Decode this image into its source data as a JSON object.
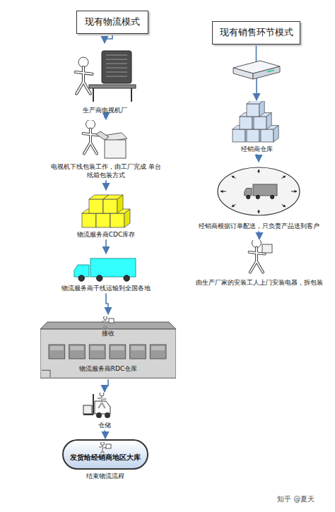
{
  "diagram": {
    "nodes": [
      {
        "text": [
          "现有物流模式"
        ]
      },
      {
        "text": [
          "生产商电视机厂"
        ]
      },
      {
        "text": [
          "电视机下线包装工作，由工厂完成 单台纸箱包装方式"
        ]
      },
      {
        "text": [
          "物流服务商CDC库存"
        ]
      },
      {
        "text": [
          "物流服务商干线运输到全国各地"
        ]
      },
      {
        "text": [
          "接收",
          "物流服务商RDC仓库"
        ]
      },
      {
        "text": [
          "仓储"
        ]
      },
      {
        "text": [
          "发货给经销商地区大库",
          "结束物流流程"
        ]
      },
      {
        "text": [
          "现有销售环节模式"
        ]
      },
      {
        "text": [
          "经销商仓库"
        ]
      },
      {
        "text": [
          "经销商根据订单配送，只负责产品送到客户"
        ]
      },
      {
        "text": [
          "由生产厂家的安装工人上门安装电器，拆包装"
        ]
      }
    ],
    "edges": [
      {
        "from": 0,
        "to": 1,
        "arrow": "to"
      },
      {
        "from": 1,
        "to": 2,
        "arrow": "to"
      },
      {
        "from": 2,
        "to": 3,
        "arrow": "to"
      },
      {
        "from": 3,
        "to": 4,
        "arrow": "to"
      },
      {
        "from": 4,
        "to": 5,
        "arrow": "to"
      },
      {
        "from": 5,
        "to": 6,
        "arrow": "to"
      },
      {
        "from": 6,
        "to": 7,
        "arrow": "to"
      },
      {
        "from": 8,
        "to": 9,
        "arrow": "to"
      },
      {
        "from": 9,
        "to": 10,
        "arrow": "to"
      },
      {
        "from": 10,
        "to": 11,
        "arrow": "to"
      }
    ],
    "labels": [
      "知乎 @夏天"
    ]
  }
}
